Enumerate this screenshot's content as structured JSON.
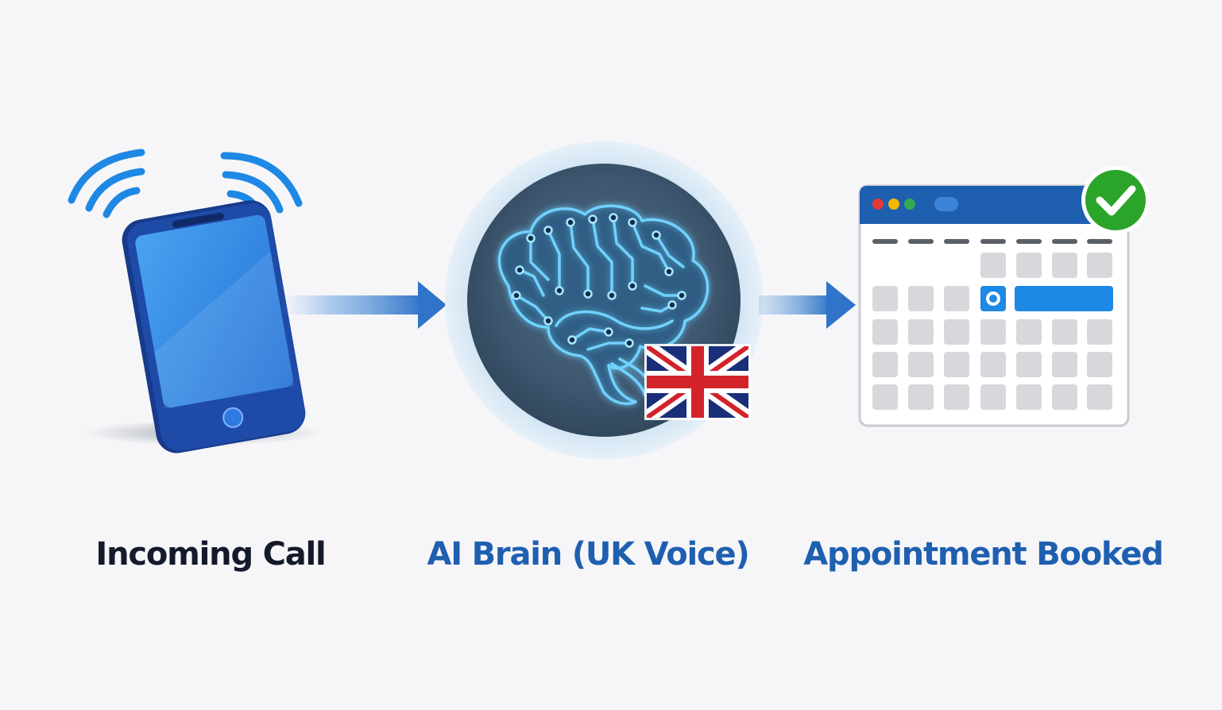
{
  "steps": [
    {
      "id": "call",
      "label": "Incoming Call",
      "icon": "smartphone-ringing-icon"
    },
    {
      "id": "brain",
      "label": "AI Brain (UK Voice)",
      "icon": "circuit-brain-icon",
      "badge_icon": "uk-flag-icon"
    },
    {
      "id": "booked",
      "label": "Appointment Booked",
      "icon": "calendar-window-icon",
      "badge_icon": "checkmark-badge-icon"
    }
  ],
  "colors": {
    "background": "#f6f6f8",
    "primary_blue": "#1f5fb0",
    "bright_blue": "#1e88e5",
    "dark_text": "#141a2b",
    "success_green": "#2aa52a",
    "window_red": "#e53935",
    "window_yellow": "#f5b800",
    "window_green": "#34a853"
  }
}
